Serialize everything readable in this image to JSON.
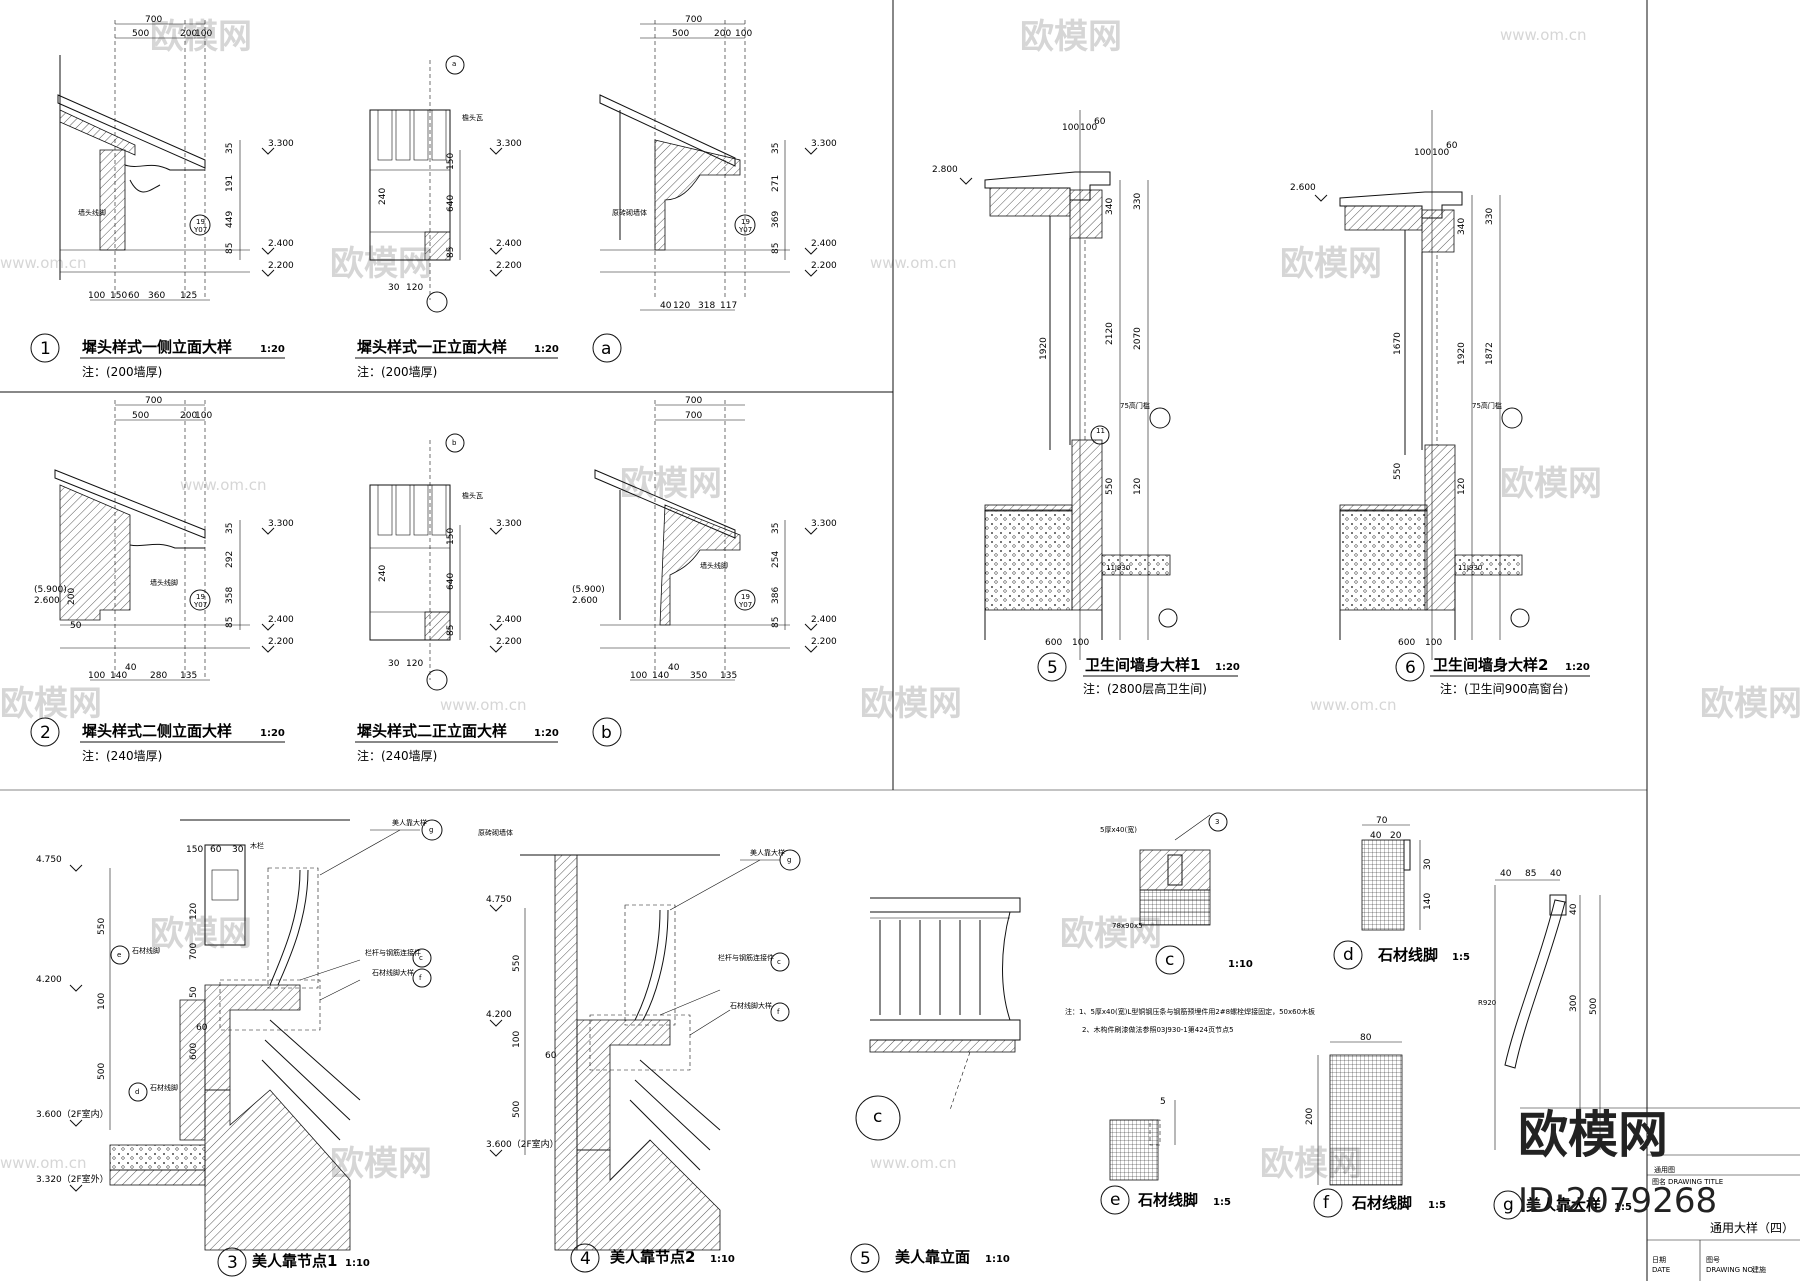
{
  "panels": [
    {
      "num": "1",
      "title": "墀头样式一侧立面大样",
      "scale": "1:20",
      "note": "注：(200墙厚)"
    },
    {
      "num": "",
      "title": "墀头样式一正立面大样",
      "scale": "1:20",
      "note": "注：(200墙厚)"
    },
    {
      "num": "a",
      "title": "",
      "scale": "",
      "note": ""
    },
    {
      "num": "2",
      "title": "墀头样式二侧立面大样",
      "scale": "1:20",
      "note": "注：(240墙厚)"
    },
    {
      "num": "",
      "title": "墀头样式二正立面大样",
      "scale": "1:20",
      "note": "注：(240墙厚)"
    },
    {
      "num": "b",
      "title": "",
      "scale": "",
      "note": ""
    },
    {
      "num": "5",
      "title": "卫生间墙身大样1",
      "scale": "1:20",
      "note": "注：(2800层高卫生间)"
    },
    {
      "num": "6",
      "title": "卫生间墙身大样2",
      "scale": "1:20",
      "note": "注：(卫生间900高窗台)"
    },
    {
      "num": "3",
      "title": "美人靠节点1",
      "scale": "1:10",
      "note": ""
    },
    {
      "num": "4",
      "title": "美人靠节点2",
      "scale": "1:10",
      "note": ""
    },
    {
      "num": "5",
      "title": "美人靠立面",
      "scale": "1:10",
      "note": ""
    },
    {
      "num": "c",
      "title": "",
      "scale": "1:10",
      "note": ""
    },
    {
      "num": "d",
      "title": "石材线脚",
      "scale": "1:5",
      "note": ""
    },
    {
      "num": "e",
      "title": "石材线脚",
      "scale": "1:5",
      "note": ""
    },
    {
      "num": "f",
      "title": "石材线脚",
      "scale": "1:5",
      "note": ""
    },
    {
      "num": "g",
      "title": "美人靠大样",
      "scale": "1:5",
      "note": ""
    }
  ],
  "dims": {
    "d700": "700",
    "d500": "500",
    "d200": "200",
    "d100": "100",
    "d35": "35",
    "d191": "191",
    "d449": "449",
    "d85": "85",
    "d150": "150",
    "d60": "60",
    "d360": "360",
    "d125": "125",
    "d640": "640",
    "d240": "240",
    "d30": "30",
    "d120": "120",
    "d271": "271",
    "d369": "369",
    "d40": "40",
    "d318": "318",
    "d117": "117",
    "d292": "292",
    "d358": "358",
    "d140": "140",
    "d280": "280",
    "d135": "135",
    "d254": "254",
    "d386": "386",
    "d350": "350",
    "d50": "50",
    "d1920": "1920",
    "d2120": "2120",
    "d2070": "2070",
    "d1670": "1670",
    "d1872": "1872",
    "d550": "550",
    "d600": "600",
    "d340": "340",
    "d330": "330",
    "d80": "80",
    "d920": "R920",
    "d300": "300",
    "d70": "70",
    "d20": "20",
    "d5": "5"
  },
  "levels": {
    "l3300": "3.300",
    "l2400": "2.400",
    "l2200": "2.200",
    "l5900": "(5.900)",
    "l2600": "2.600",
    "l2800": "2.800",
    "l2600b": "2.600",
    "l4750": "4.750",
    "l4200": "4.200",
    "l3600": "3.600（2F室内）",
    "l3320": "3.320（2F室外）"
  },
  "notes": {
    "c_note1": "注：1、5厚x40(宽)L型铜钢压条与钢筋预埋件用2#8螺栓焊接固定，50x60木板",
    "c_note2": "2、木构件刷漆做法参照03J930-1第424页节点5"
  },
  "legend_labels": {
    "l1": "美人靠大样",
    "l2": "栏杆与钢筋连接件",
    "l3": "石材线脚大样",
    "l4": "石材线脚",
    "l5": "木栏",
    "l6": "原砖砌墙体",
    "l7": "檐头瓦",
    "l8": "墙头线脚"
  },
  "watermark": {
    "brand": "欧模网",
    "url": "www.om.cn"
  },
  "logo": {
    "brand": "欧模网",
    "id": "ID:2079268"
  },
  "titleblock": {
    "dwg_name_label": "图名",
    "dwg_name_label_en": "DRAWING TITLE",
    "dwg_name": "通用大样（四）",
    "date_label": "日期",
    "date_label_en": "DATE",
    "dwg_no_label": "图号",
    "dwg_no_label_en": "DRAWING NO.",
    "dwg_no": "建施",
    "project_row": "通用图"
  },
  "colors": {
    "ink": "#111111",
    "watermark": "#d6d6d6"
  }
}
